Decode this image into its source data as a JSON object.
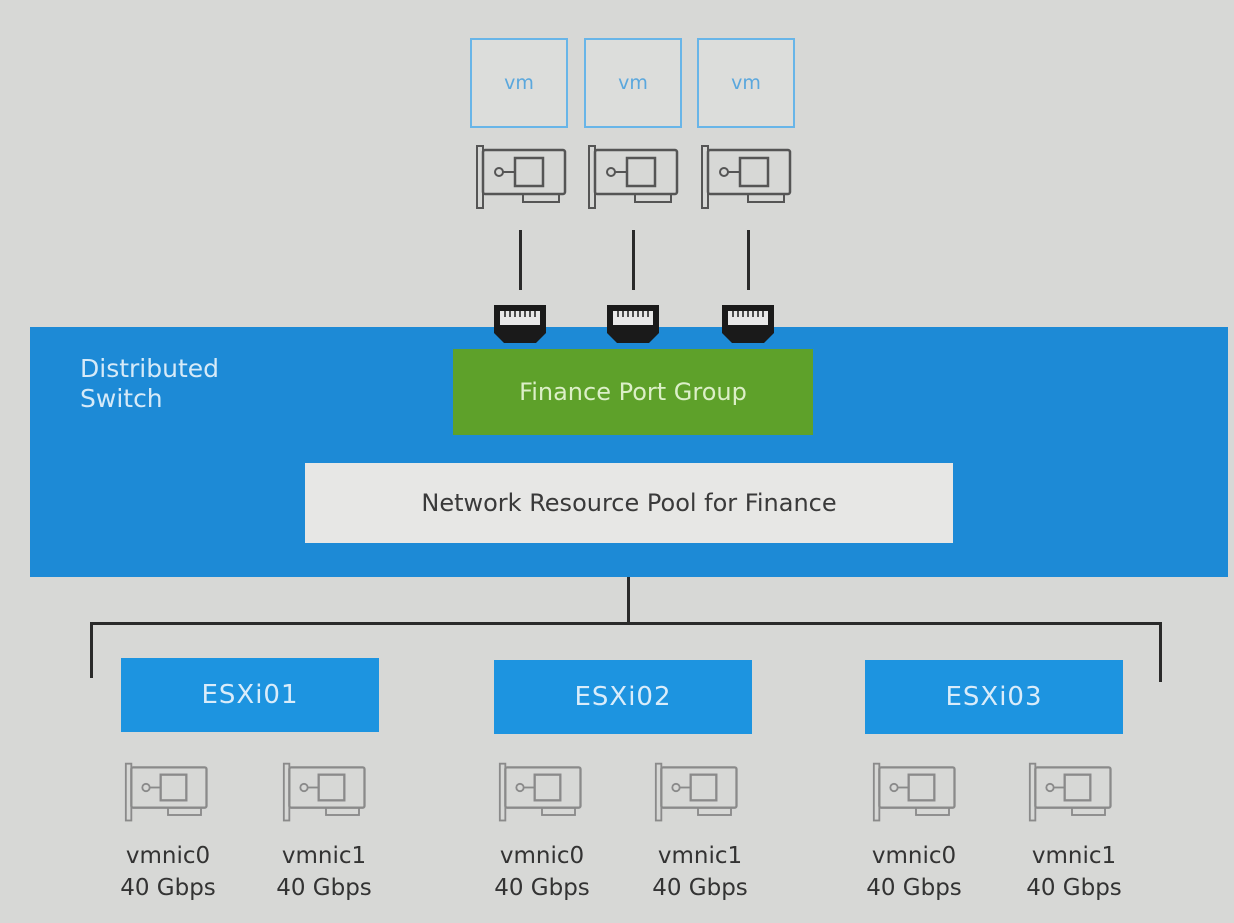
{
  "vms": [
    {
      "label": "vm"
    },
    {
      "label": "vm"
    },
    {
      "label": "vm"
    }
  ],
  "switch": {
    "label_line1": "Distributed",
    "label_line2": "Switch"
  },
  "port_group": {
    "label": "Finance Port Group"
  },
  "resource_pool": {
    "label": "Network Resource Pool for Finance"
  },
  "hosts": [
    {
      "name": "ESXi01",
      "nics": [
        {
          "name": "vmnic0",
          "speed": "40 Gbps"
        },
        {
          "name": "vmnic1",
          "speed": "40 Gbps"
        }
      ]
    },
    {
      "name": "ESXi02",
      "nics": [
        {
          "name": "vmnic0",
          "speed": "40 Gbps"
        },
        {
          "name": "vmnic1",
          "speed": "40 Gbps"
        }
      ]
    },
    {
      "name": "ESXi03",
      "nics": [
        {
          "name": "vmnic0",
          "speed": "40 Gbps"
        },
        {
          "name": "vmnic1",
          "speed": "40 Gbps"
        }
      ]
    }
  ],
  "colors": {
    "switch": "#1d8ad6",
    "port_group": "#5ea12a",
    "host": "#1d94e0",
    "vm_border": "#68b5e8"
  },
  "icons": {
    "vm_nic": "network-card-icon",
    "port": "ethernet-port-icon",
    "host_nic": "network-card-icon"
  }
}
